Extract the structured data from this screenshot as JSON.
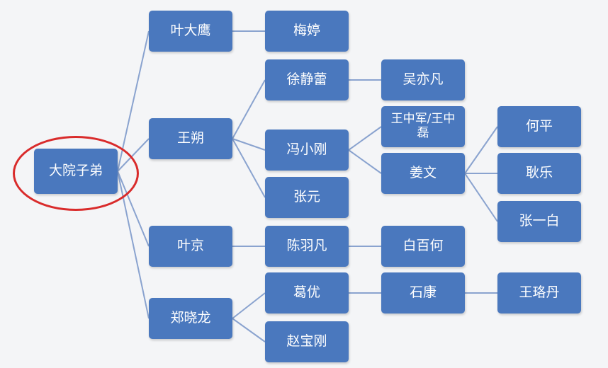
{
  "colors": {
    "node": "#4a78be",
    "line": "#8aa3cf",
    "highlight": "#d92b2b",
    "text": "#ffffff"
  },
  "nodes": {
    "root": "大院子弟",
    "ye_daying": "叶大鹰",
    "mei_ting": "梅婷",
    "wang_shuo": "王朔",
    "xu_jinglei": "徐静蕾",
    "wu_yifan": "吴亦凡",
    "feng_xiaogang": "冯小刚",
    "wang_zhongjun_lei": "王中军/王中\n磊",
    "jiang_wen": "姜文",
    "he_ping": "何平",
    "geng_le": "耿乐",
    "zhang_yibai": "张一白",
    "zhang_yuan": "张元",
    "ye_jing": "叶京",
    "chen_yufan": "陈羽凡",
    "bai_baihe": "白百何",
    "zheng_xiaolong": "郑晓龙",
    "ge_you": "葛优",
    "shi_kang": "石康",
    "wang_luodan": "王珞丹",
    "zhao_baogang": "赵宝刚"
  }
}
